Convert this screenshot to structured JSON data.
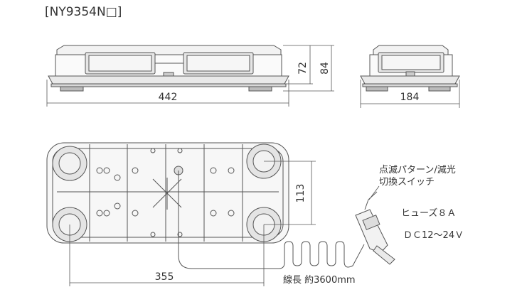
{
  "title": "[NY9354N□]",
  "dimensions": {
    "front_width": "442",
    "height_body": "72",
    "height_total": "84",
    "side_width": "184",
    "base_height": "113",
    "base_width": "355"
  },
  "annotations": {
    "switch_line1": "点滅パターン/減光",
    "switch_line2": "切換スイッチ",
    "fuse": "ヒューズ８Ａ",
    "voltage": "ＤＣ12～24Ｖ",
    "cable_length": "線長 約3600mm"
  }
}
